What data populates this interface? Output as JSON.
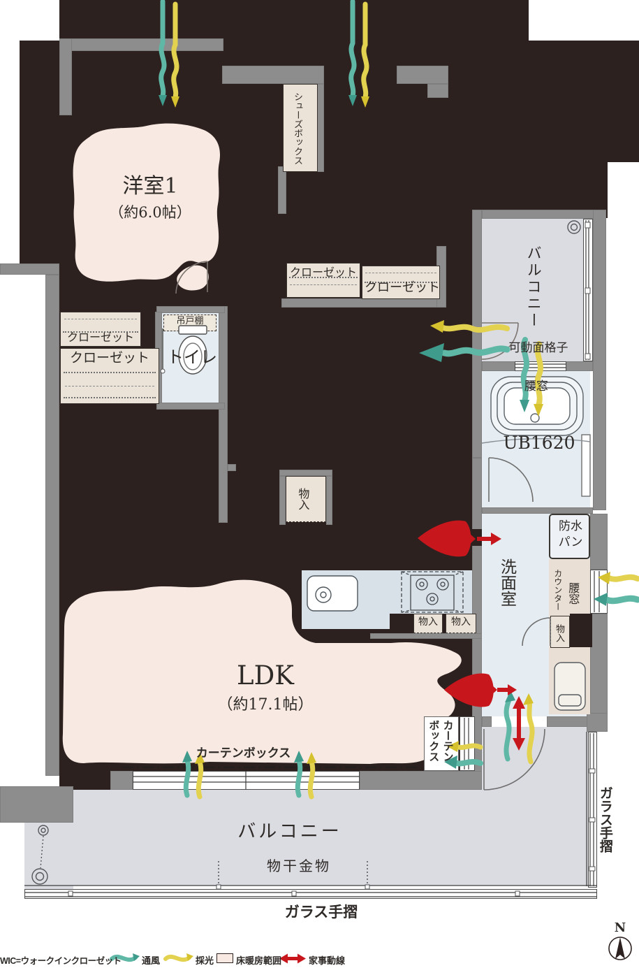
{
  "plan": {
    "north_label": "N",
    "rooms": {
      "western1": {
        "name": "洋室1",
        "size": "（約6.0帖）"
      },
      "ldk": {
        "name": "LDK",
        "size": "（約17.1帖）"
      },
      "balcony_top": {
        "name": "バルコニー"
      },
      "balcony_bottom": {
        "name": "バルコニー"
      },
      "toilet": {
        "name": "トイレ"
      },
      "bath": {
        "name": "UB1620"
      },
      "washroom": {
        "name": "洗面室"
      }
    },
    "features": {
      "shoes_box": "シューズボックス",
      "closet": "クローゼット",
      "hanging_cupboard": "吊戸棚",
      "storage": "物入",
      "waterproof_pan": "防水パン",
      "counter": "カウンター",
      "waist_window": "腰窓",
      "movable_lattice": "可動面格子",
      "curtain_box": "カーテンボックス",
      "laundry_hardware": "物干金物",
      "glass_handrail": "ガラス手摺"
    },
    "legend": {
      "wic": "WIC=ウォークインクローゼット",
      "ventilation": "通風",
      "daylight": "採光",
      "floor_heating": "床暖房範囲",
      "housework_line": "家事動線"
    },
    "colors": {
      "interior_dark": "#2d2120",
      "wall_gray": "#8d8d8d",
      "balcony_gray": "#dbdbe2",
      "wet_room_blue": "#e6edf2",
      "kitchen_blue": "#d8e1e8",
      "floor_heating_pink": "#f8eae2",
      "storage_beige": "#ebe3d7",
      "ventilation_teal": "#5fb8a5",
      "daylight_yellow": "#e3d24f",
      "housework_red": "#c8161d"
    }
  }
}
